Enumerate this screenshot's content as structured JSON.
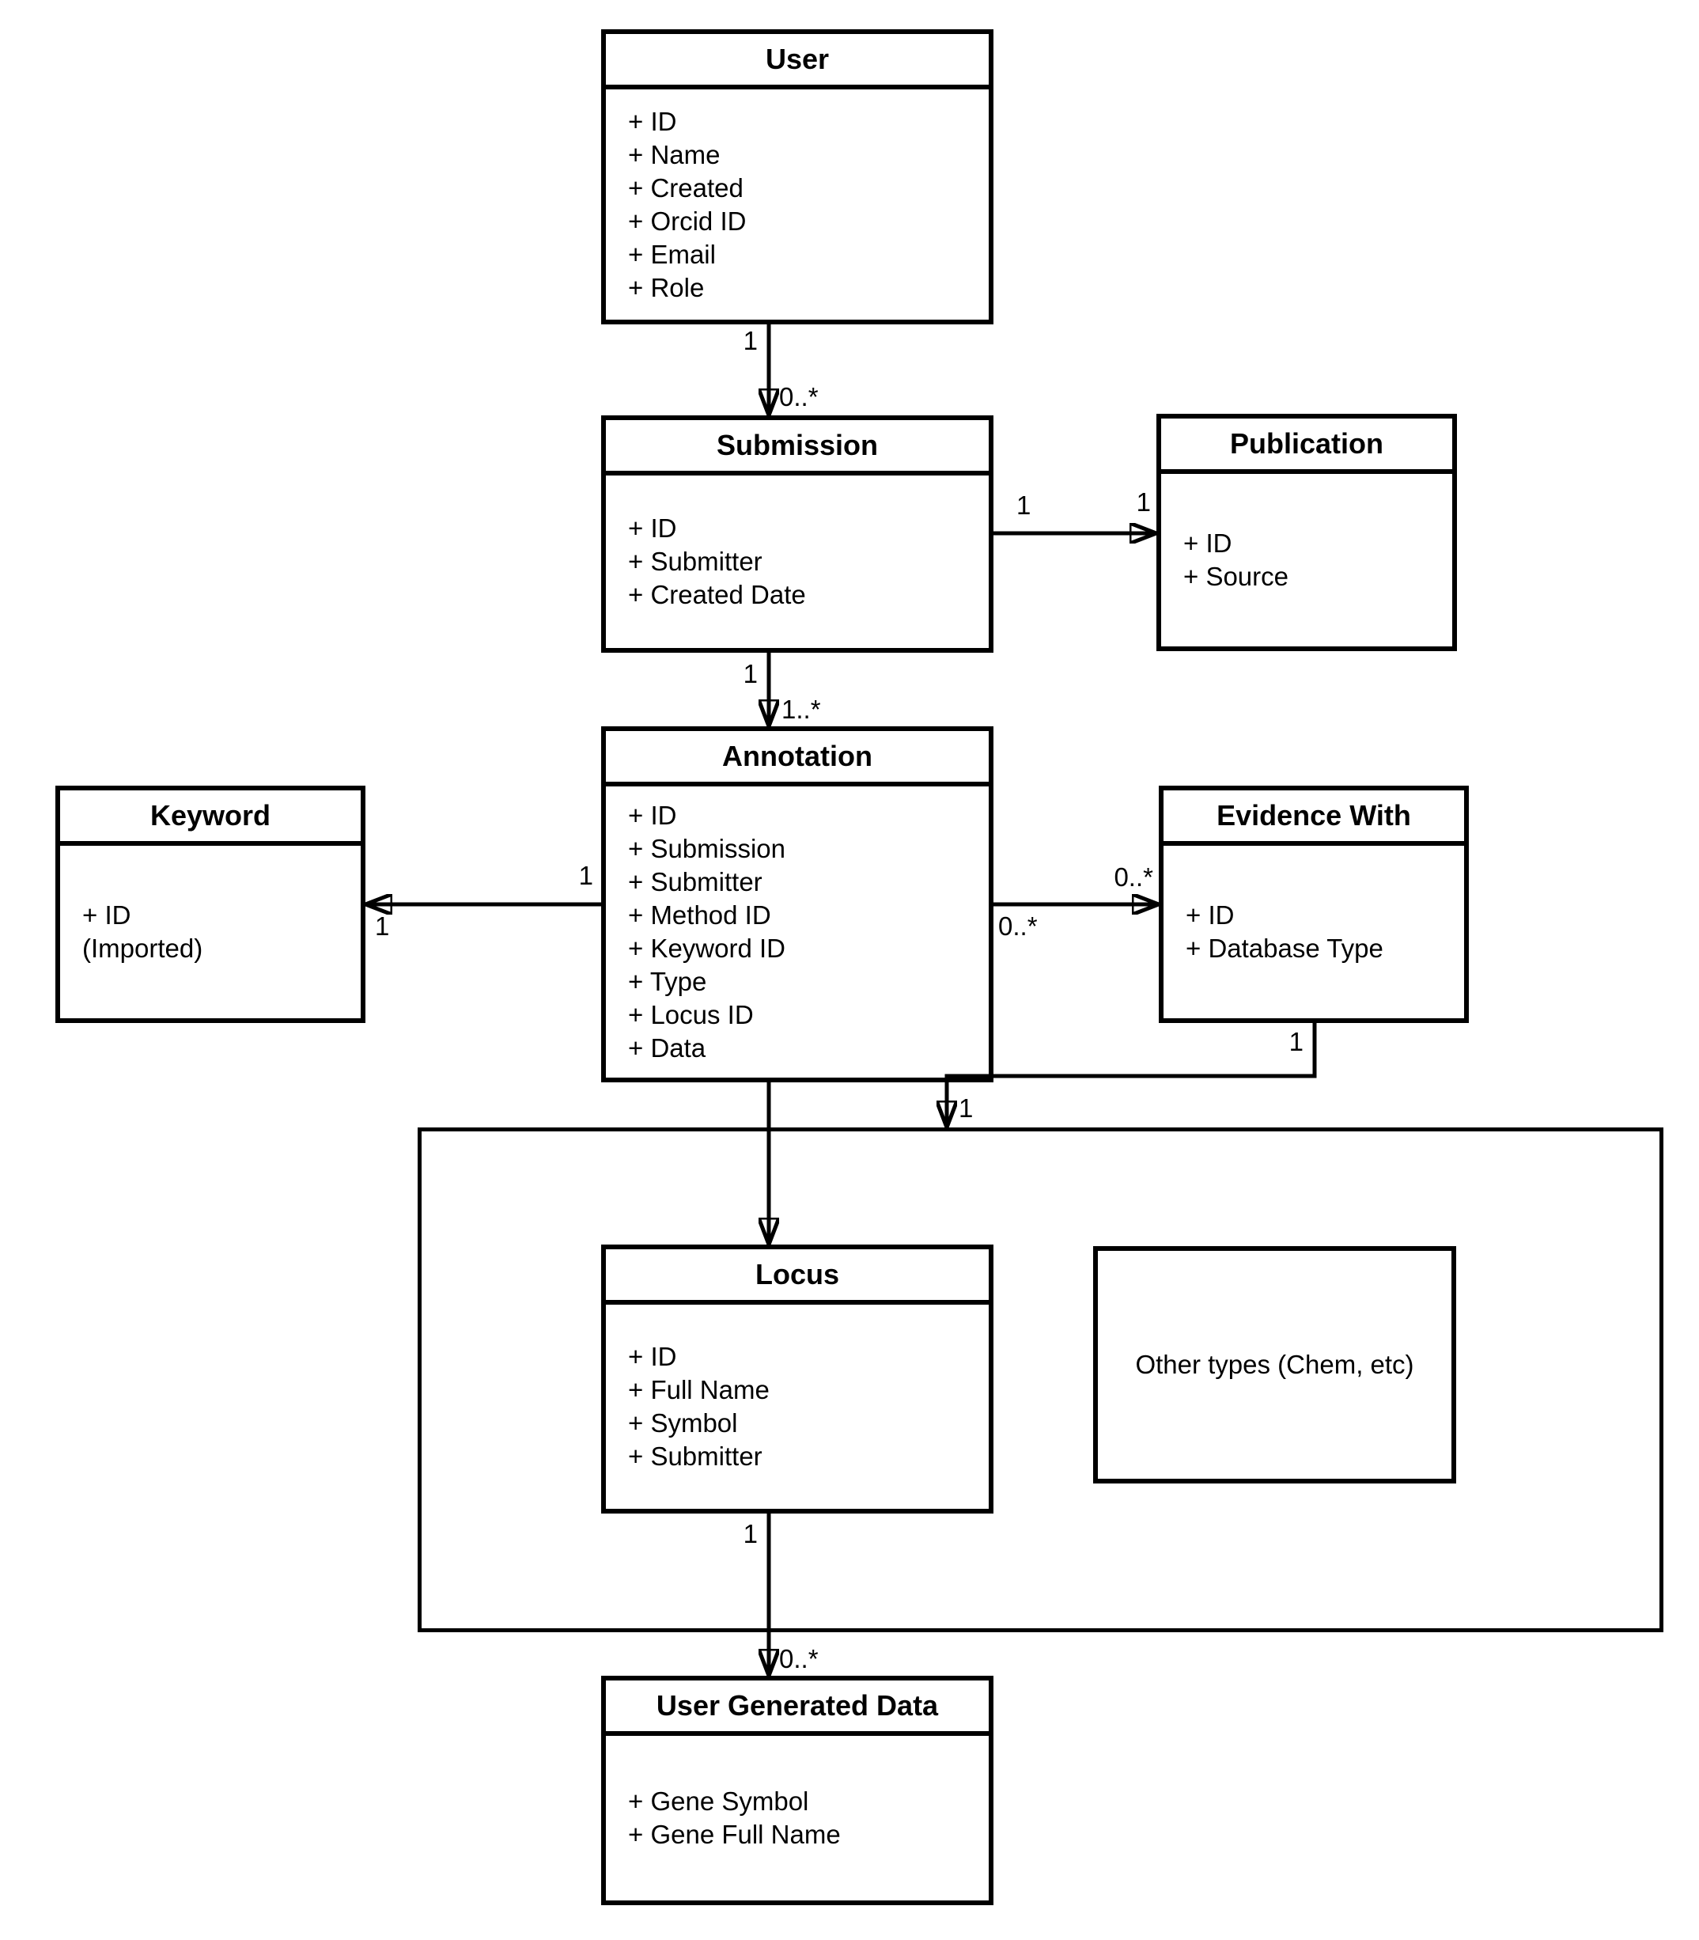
{
  "colors": {
    "stroke": "#000000",
    "background": "#ffffff",
    "box_fill": "#ffffff"
  },
  "entities": {
    "user": {
      "title": "User",
      "attributes": [
        "+ ID",
        "+ Name",
        "+ Created",
        "+ Orcid ID",
        "+ Email",
        "+ Role"
      ]
    },
    "submission": {
      "title": "Submission",
      "attributes": [
        "+ ID",
        "+ Submitter",
        "+ Created Date"
      ]
    },
    "publication": {
      "title": "Publication",
      "attributes": [
        "+ ID",
        "+ Source"
      ]
    },
    "annotation": {
      "title": "Annotation",
      "attributes": [
        "+ ID",
        "+ Submission",
        "+ Submitter",
        "+ Method ID",
        "+ Keyword ID",
        "+ Type",
        "+ Locus ID",
        "+ Data"
      ]
    },
    "keyword": {
      "title": "Keyword",
      "attributes": [
        "+ ID",
        "(Imported)"
      ]
    },
    "evidence_with": {
      "title": "Evidence With",
      "attributes": [
        "+ ID",
        "+ Database Type"
      ]
    },
    "locus": {
      "title": "Locus",
      "attributes": [
        "+ ID",
        "+ Full Name",
        "+ Symbol",
        "+ Submitter"
      ]
    },
    "other_types": {
      "label": "Other types (Chem, etc)"
    },
    "user_generated_data": {
      "title": "User Generated Data",
      "attributes": [
        "+ Gene Symbol",
        "+ Gene Full Name"
      ]
    }
  },
  "relationships": {
    "user_submission": {
      "source": "1",
      "target": "0..*"
    },
    "submission_publication": {
      "source": "1",
      "target": "1"
    },
    "submission_annotation": {
      "source": "1",
      "target": "1..*"
    },
    "annotation_keyword": {
      "source": "1",
      "target": "1"
    },
    "annotation_evidence": {
      "source": "0..*",
      "target": "0..*"
    },
    "evidence_group": {
      "source": "1",
      "target": "1"
    },
    "locus_ugd": {
      "source": "1",
      "target": "0..*"
    }
  }
}
